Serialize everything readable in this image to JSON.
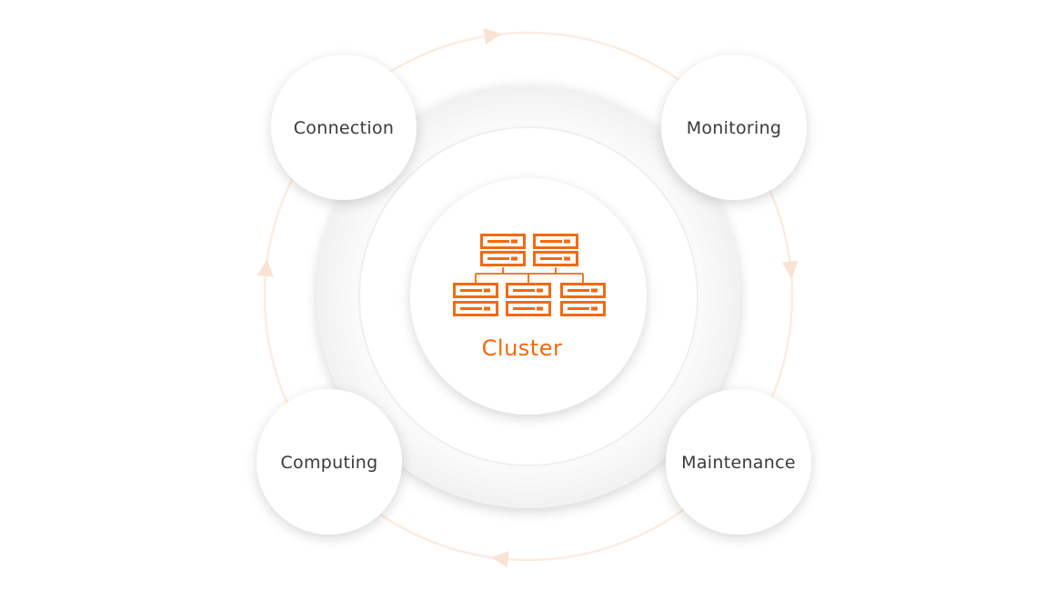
{
  "diagram": {
    "center": {
      "label": "Cluster",
      "icon": "server-cluster-icon"
    },
    "nodes": [
      {
        "id": "connection",
        "label": "Connection",
        "position": "top-left"
      },
      {
        "id": "monitoring",
        "label": "Monitoring",
        "position": "top-right"
      },
      {
        "id": "maintenance",
        "label": "Maintenance",
        "position": "bottom-right"
      },
      {
        "id": "computing",
        "label": "Computing",
        "position": "bottom-left"
      }
    ],
    "cycle": {
      "direction": "clockwise",
      "order": [
        "connection",
        "monitoring",
        "maintenance",
        "computing"
      ]
    },
    "colors": {
      "accent": "#f26a10",
      "orbit": "#fbe9dc",
      "text": "#3a3a3a",
      "ring": "#f4f4f4"
    }
  }
}
